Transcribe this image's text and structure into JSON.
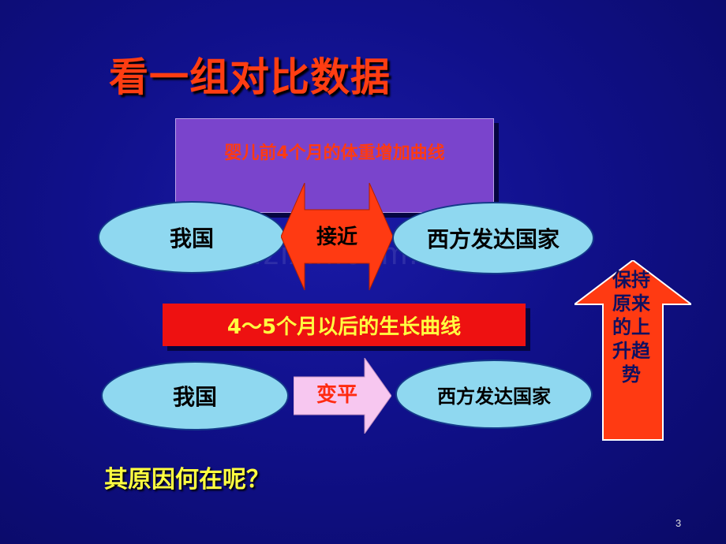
{
  "title": "看一组对比数据",
  "top_section": {
    "heading": "婴儿前4个月的体重增加曲线",
    "left": "我国",
    "arrow": "接近",
    "right": "西方发达国家"
  },
  "bottom_section": {
    "heading": "4～5个月以后的生长曲线",
    "left": "我国",
    "arrow": "变平",
    "right": "西方发达国家"
  },
  "up_arrow": "保持原来的上升趋势",
  "question": "其原因何在呢？",
  "page_number": "3",
  "watermark": "www.zixin.com.cn",
  "colors": {
    "background": "#10108a",
    "title": "#ff3d12",
    "ellipse": "#8fd8f0",
    "purple_box": "#7a44cc",
    "red_bar": "#ee1111",
    "yellow_text": "#ffff40",
    "up_arrow": "#ff3a12",
    "pink_arrow": "#f7c7f0"
  }
}
